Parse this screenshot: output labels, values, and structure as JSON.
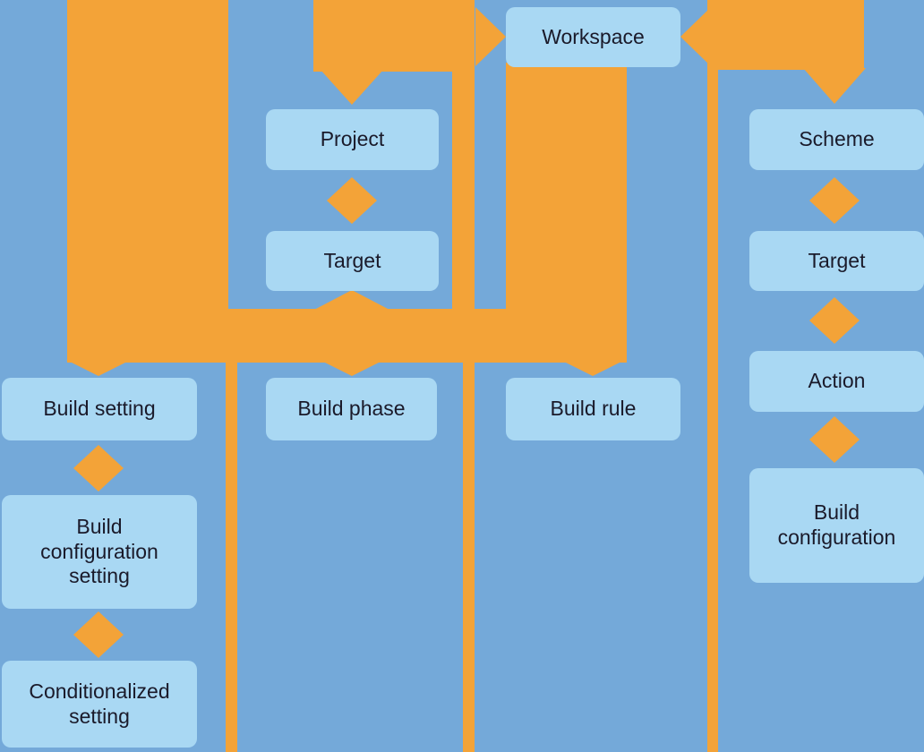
{
  "colors": {
    "background": "#74a9d9",
    "connector": "#f3a338",
    "node_fill": "#a9d8f3",
    "node_text": "#1a1a2a"
  },
  "nodes": {
    "workspace": {
      "label": "Workspace"
    },
    "project": {
      "label": "Project"
    },
    "target_left": {
      "label": "Target"
    },
    "build_setting": {
      "label": "Build setting"
    },
    "build_phase": {
      "label": "Build phase"
    },
    "build_rule": {
      "label": "Build rule"
    },
    "build_configuration_setting": {
      "label": "Build configuration setting"
    },
    "conditionalized_setting": {
      "label": "Conditionalized setting"
    },
    "scheme": {
      "label": "Scheme"
    },
    "target_right": {
      "label": "Target"
    },
    "action": {
      "label": "Action"
    },
    "build_configuration": {
      "label": "Build configuration"
    }
  }
}
